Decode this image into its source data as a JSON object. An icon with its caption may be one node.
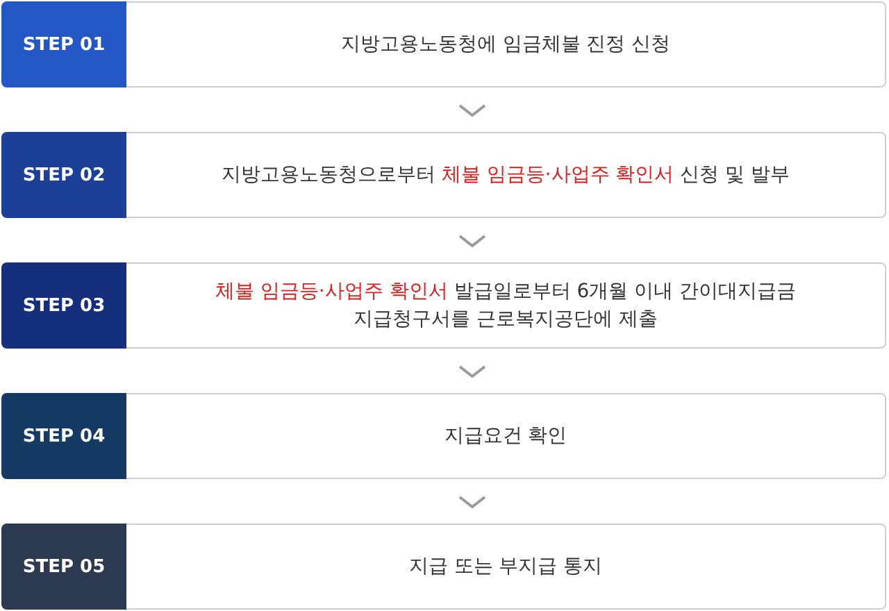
{
  "diagram": {
    "nodes": [
      {
        "text": [
          "STEP 01"
        ]
      },
      {
        "text": [
          "지방고용노동청에 임금체불 진정 신청"
        ]
      },
      {
        "text": [
          "STEP 02"
        ]
      },
      {
        "text": [
          "지방고용노동청으로부터 **체불 임금등·사업주 확인서** 신청 및 발부"
        ]
      },
      {
        "text": [
          "STEP 03"
        ]
      },
      {
        "text": [
          "**체불 임금등·사업주 확인서** 발급일로부터 6개월 이내 간이대지급금 지급청구서를 근로복지공단에 제출"
        ]
      },
      {
        "text": [
          "STEP 04"
        ]
      },
      {
        "text": [
          "지급요건 확인"
        ]
      },
      {
        "text": [
          "STEP 05"
        ]
      },
      {
        "text": [
          "지급 또는 부지급 통지"
        ]
      }
    ],
    "edges": [
      {
        "from": 1,
        "to": 3,
        "arrow": "to"
      },
      {
        "from": 3,
        "to": 5,
        "arrow": "to"
      },
      {
        "from": 5,
        "to": 7,
        "arrow": "to"
      },
      {
        "from": 7,
        "to": 9,
        "arrow": "to"
      }
    ]
  }
}
